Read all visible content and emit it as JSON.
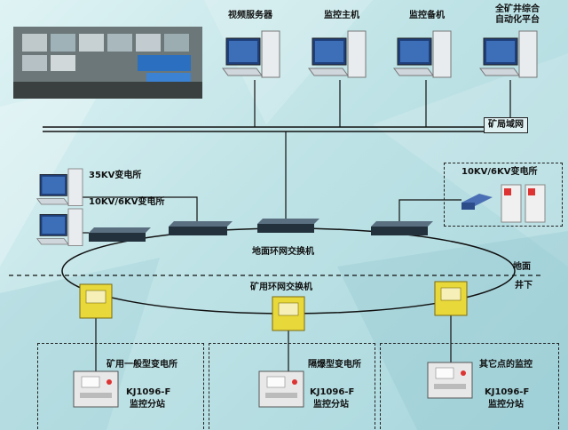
{
  "top_labels": {
    "video_server": "视频服务器",
    "monitor_host": "监控主机",
    "monitor_backup": "监控备机",
    "automation_platform": "全矿井综合\n自动化平台"
  },
  "mine_lan": "矿局域网",
  "substation_35kv": "35KV变电所",
  "substation_10kv_left": "10KV/6KV变电所",
  "substation_10kv_right": "10KV/6KV变电所",
  "surface_ring_switch": "地面环网交换机",
  "mine_ring_switch": "矿用环网交换机",
  "surface": "地面",
  "underground": "井下",
  "stations": [
    {
      "title": "矿用一般型变电所",
      "model": "KJ1096-F",
      "name": "监控分站"
    },
    {
      "title": "隔爆型变电所",
      "model": "KJ1096-F",
      "name": "监控分站"
    },
    {
      "title": "其它点的监控",
      "model": "KJ1096-F",
      "name": "监控分站"
    }
  ]
}
